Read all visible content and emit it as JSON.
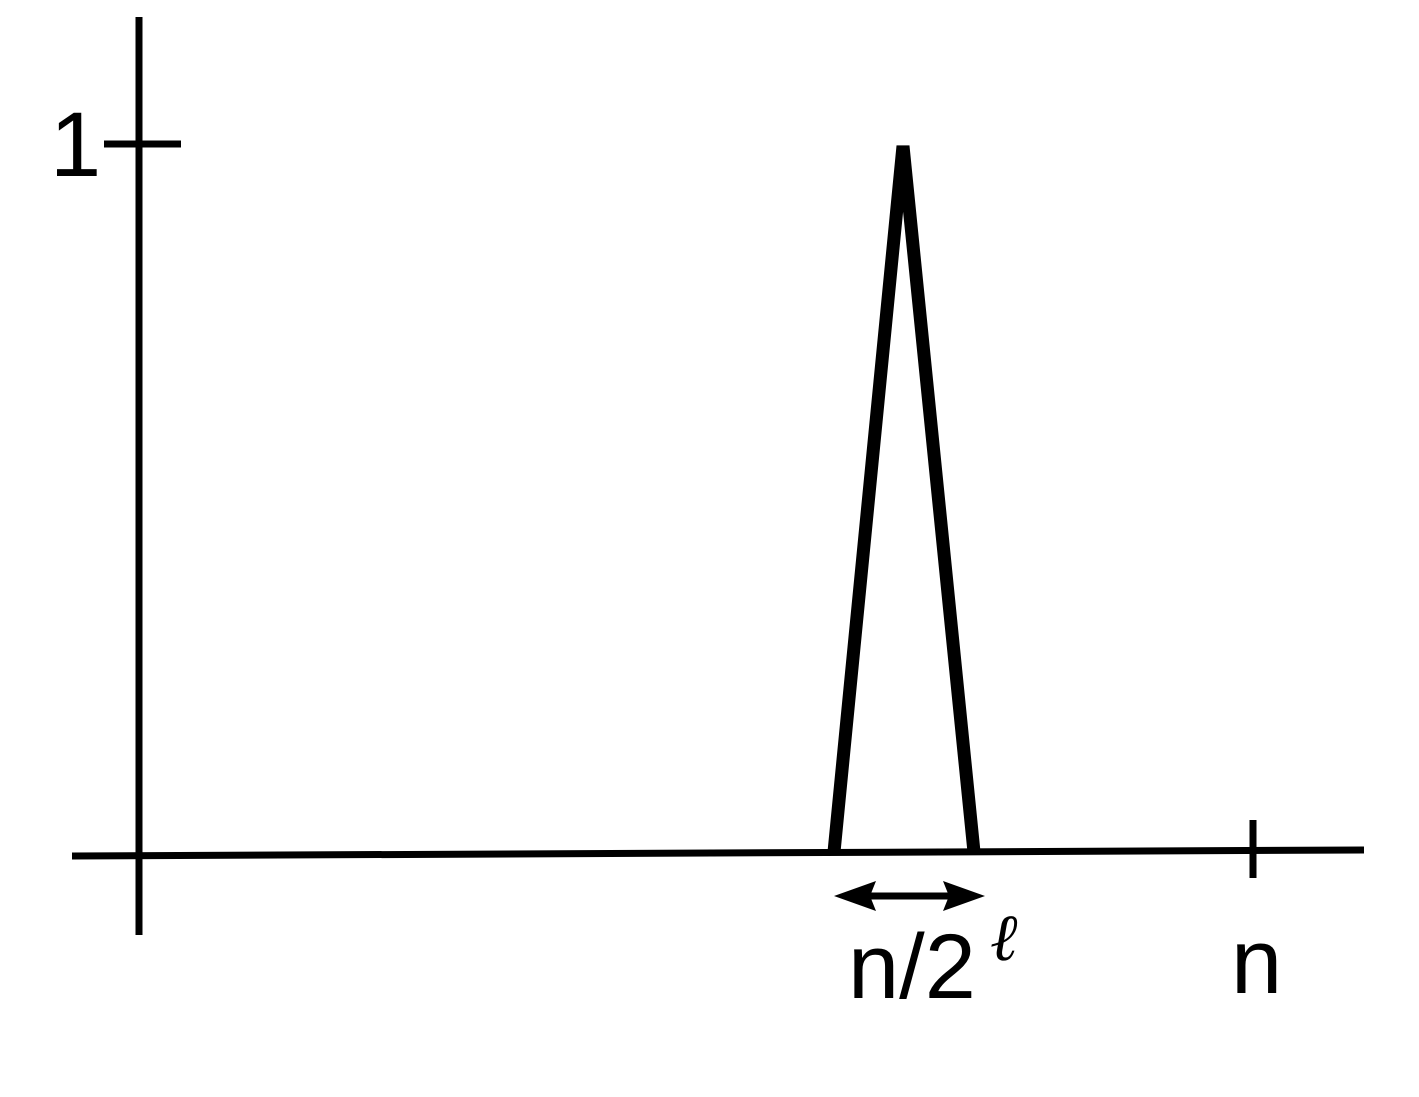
{
  "diagram": {
    "y_tick_label": "1",
    "x_tick_label": "n",
    "width_label": "n/2",
    "width_label_exponent": "ℓ"
  },
  "colors": {
    "ink": "#000000",
    "background": "#ffffff"
  }
}
